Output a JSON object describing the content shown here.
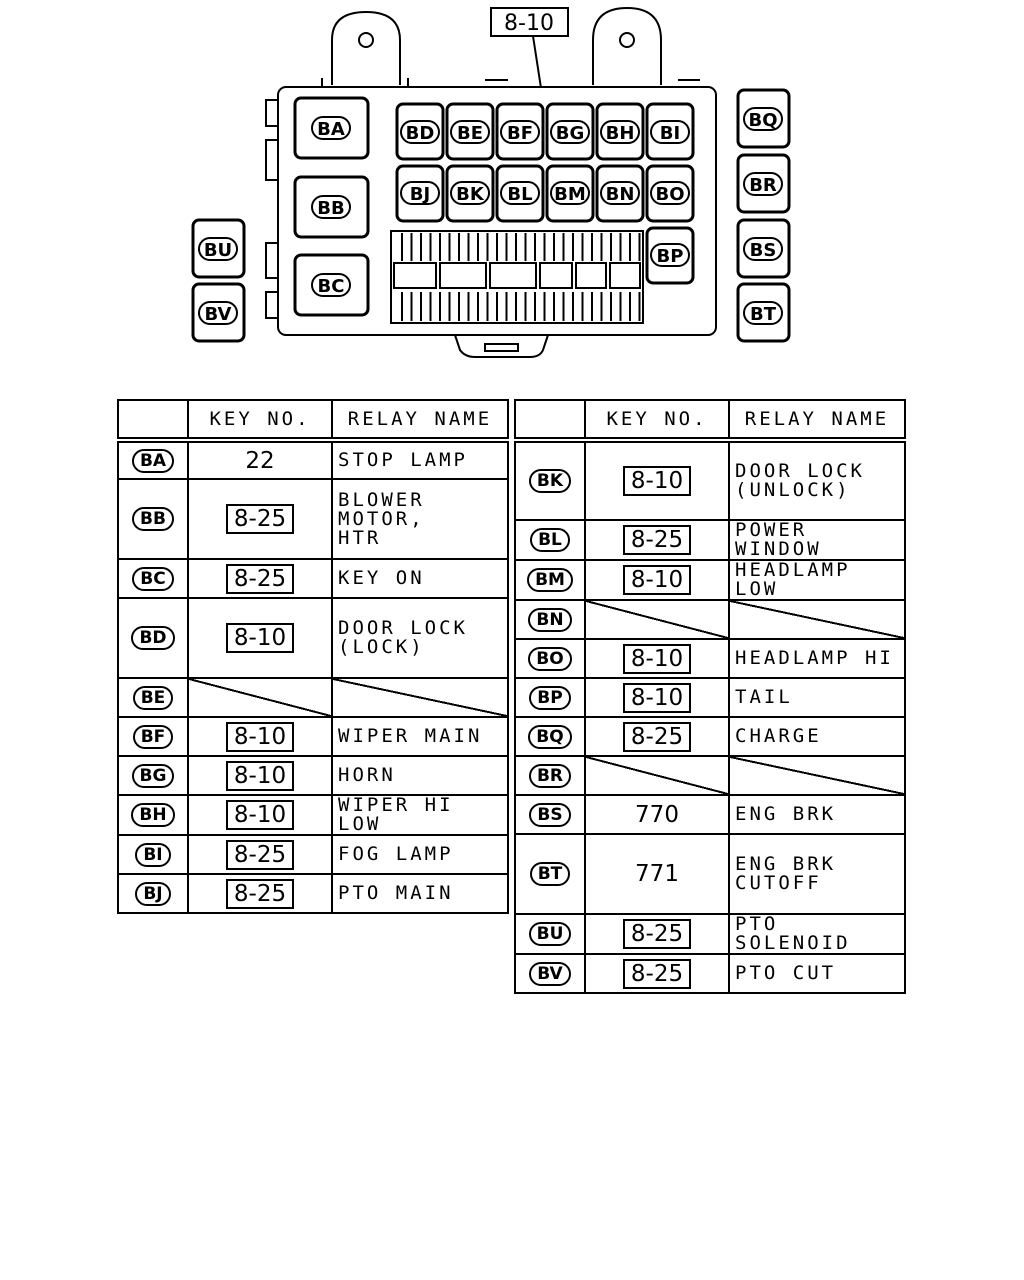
{
  "top_reference": "8-10",
  "diagram": {
    "left_side": [
      "BU",
      "BV"
    ],
    "left_relays": [
      "BA",
      "BB",
      "BC"
    ],
    "grid_top": [
      "BD",
      "BE",
      "BF",
      "BG",
      "BH",
      "BI"
    ],
    "grid_mid": [
      "BJ",
      "BK",
      "BL",
      "BM",
      "BN",
      "BO"
    ],
    "grid_extra": "BP",
    "right_side": [
      "BQ",
      "BR",
      "BS",
      "BT"
    ]
  },
  "headers": {
    "code": "",
    "key": "KEY NO.",
    "name": "RELAY NAME"
  },
  "left_table": [
    {
      "code": "BA",
      "key": "22",
      "key_boxed": false,
      "name": "STOP LAMP",
      "tall": false,
      "empty": false
    },
    {
      "code": "BB",
      "key": "8-25",
      "key_boxed": true,
      "name": "BLOWER MOTOR,\nHTR",
      "tall": true,
      "empty": false
    },
    {
      "code": "BC",
      "key": "8-25",
      "key_boxed": true,
      "name": "KEY ON",
      "tall": false,
      "empty": false
    },
    {
      "code": "BD",
      "key": "8-10",
      "key_boxed": true,
      "name": "DOOR LOCK\n(LOCK)",
      "tall": true,
      "empty": false
    },
    {
      "code": "BE",
      "key": "",
      "key_boxed": false,
      "name": "",
      "tall": false,
      "empty": true
    },
    {
      "code": "BF",
      "key": "8-10",
      "key_boxed": true,
      "name": "WIPER MAIN",
      "tall": false,
      "empty": false
    },
    {
      "code": "BG",
      "key": "8-10",
      "key_boxed": true,
      "name": "HORN",
      "tall": false,
      "empty": false
    },
    {
      "code": "BH",
      "key": "8-10",
      "key_boxed": true,
      "name": "WIPER HI LOW",
      "tall": false,
      "empty": false
    },
    {
      "code": "BI",
      "key": "8-25",
      "key_boxed": true,
      "name": "FOG LAMP",
      "tall": false,
      "empty": false
    },
    {
      "code": "BJ",
      "key": "8-25",
      "key_boxed": true,
      "name": "PTO MAIN",
      "tall": false,
      "empty": false
    }
  ],
  "right_table": [
    {
      "code": "BK",
      "key": "8-10",
      "key_boxed": true,
      "name": "DOOR LOCK\n(UNLOCK)",
      "tall": true,
      "empty": false
    },
    {
      "code": "BL",
      "key": "8-25",
      "key_boxed": true,
      "name": "POWER WINDOW",
      "tall": false,
      "empty": false
    },
    {
      "code": "BM",
      "key": "8-10",
      "key_boxed": true,
      "name": "HEADLAMP LOW",
      "tall": false,
      "empty": false
    },
    {
      "code": "BN",
      "key": "",
      "key_boxed": false,
      "name": "",
      "tall": false,
      "empty": true
    },
    {
      "code": "BO",
      "key": "8-10",
      "key_boxed": true,
      "name": "HEADLAMP HI",
      "tall": false,
      "empty": false
    },
    {
      "code": "BP",
      "key": "8-10",
      "key_boxed": true,
      "name": "TAIL",
      "tall": false,
      "empty": false
    },
    {
      "code": "BQ",
      "key": "8-25",
      "key_boxed": true,
      "name": "CHARGE",
      "tall": false,
      "empty": false
    },
    {
      "code": "BR",
      "key": "",
      "key_boxed": false,
      "name": "",
      "tall": false,
      "empty": true
    },
    {
      "code": "BS",
      "key": "770",
      "key_boxed": false,
      "name": "ENG BRK",
      "tall": false,
      "empty": false
    },
    {
      "code": "BT",
      "key": "771",
      "key_boxed": false,
      "name": "ENG BRK\nCUTOFF",
      "tall": true,
      "empty": false
    },
    {
      "code": "BU",
      "key": "8-25",
      "key_boxed": true,
      "name": "PTO SOLENOID",
      "tall": false,
      "empty": false
    },
    {
      "code": "BV",
      "key": "8-25",
      "key_boxed": true,
      "name": "PTO CUT",
      "tall": false,
      "empty": false
    }
  ]
}
